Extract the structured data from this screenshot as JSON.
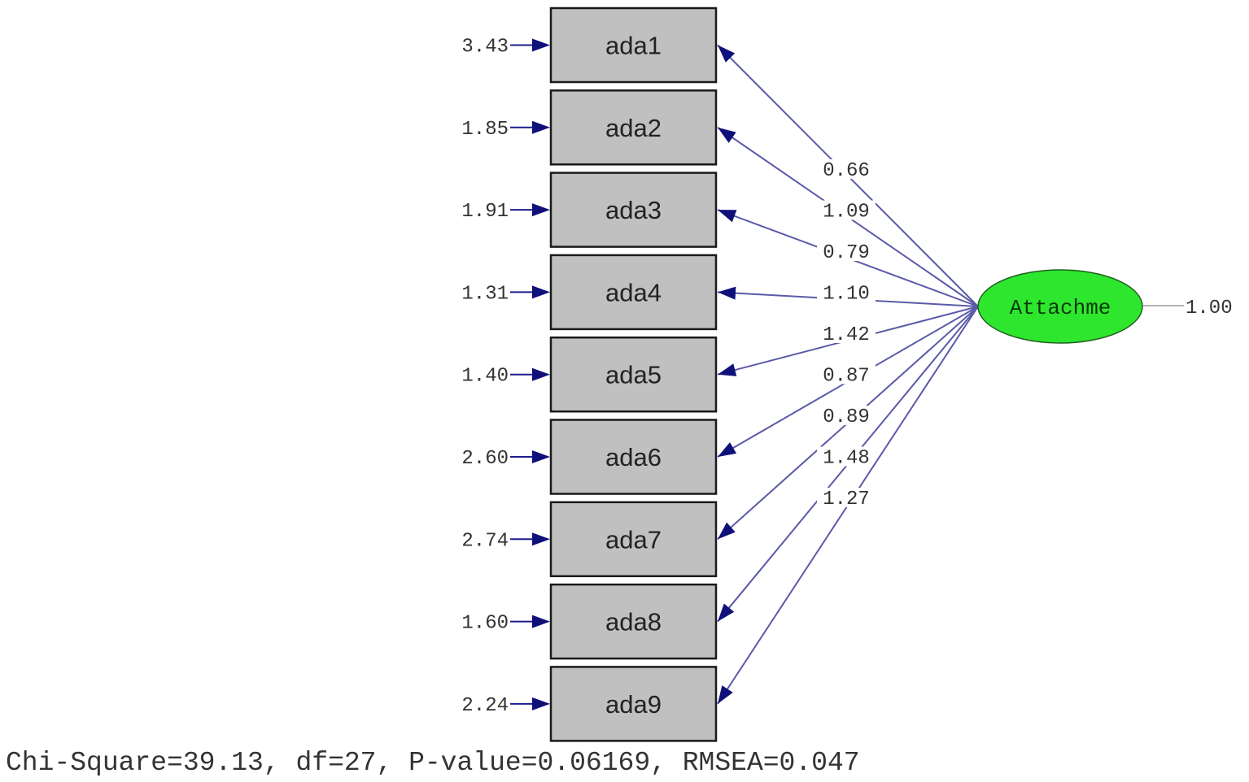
{
  "diagram": {
    "indicators": [
      {
        "name": "ada1",
        "error_variance": "3.43",
        "loading": "0.66"
      },
      {
        "name": "ada2",
        "error_variance": "1.85",
        "loading": "1.09"
      },
      {
        "name": "ada3",
        "error_variance": "1.91",
        "loading": "0.79"
      },
      {
        "name": "ada4",
        "error_variance": "1.31",
        "loading": "1.10"
      },
      {
        "name": "ada5",
        "error_variance": "1.40",
        "loading": "1.42"
      },
      {
        "name": "ada6",
        "error_variance": "2.60",
        "loading": "0.87"
      },
      {
        "name": "ada7",
        "error_variance": "2.74",
        "loading": "0.89"
      },
      {
        "name": "ada8",
        "error_variance": "1.60",
        "loading": "1.48"
      },
      {
        "name": "ada9",
        "error_variance": "2.24",
        "loading": "1.27"
      }
    ],
    "latent": {
      "name": "Attachme",
      "variance": "1.00"
    },
    "fit_statistics": "Chi-Square=39.13, df=27, P-value=0.06169, RMSEA=0.047",
    "colors": {
      "latent_fill": "#2ee62e",
      "box_fill": "#c0c0c0",
      "arrow": "#10107a"
    }
  }
}
